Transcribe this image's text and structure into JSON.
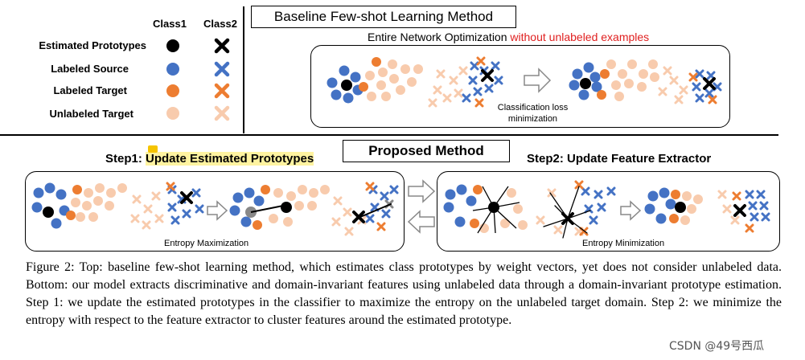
{
  "legend": {
    "col1": "Class1",
    "col2": "Class2",
    "rows": [
      {
        "label": "Estimated Prototypes"
      },
      {
        "label": "Labeled Source"
      },
      {
        "label": "Labeled Target"
      },
      {
        "label": "Unlabeled Target"
      }
    ]
  },
  "colors": {
    "prototype": "#000000",
    "source": "#4472c4",
    "target": "#ed7d31",
    "unlabeled": "#f8cbad"
  },
  "baseline": {
    "title": "Baseline Few-shot Learning Method",
    "subtitle_black": "Entire Network Optimization",
    "subtitle_red": "without unlabeled examples",
    "note": "Classification loss minimization"
  },
  "proposed": {
    "title": "Proposed Method",
    "step1_prefix": "Step1:",
    "step1_highlight": "Update Estimated Prototypes",
    "step2": "Step2: Update Feature Extractor",
    "entropy_max": "Entropy Maximization",
    "entropy_min": "Entropy Minimization"
  },
  "caption": "Figure 2: Top: baseline few-shot learning method, which estimates class prototypes by weight vectors, yet does not consider unlabeled data. Bottom: our model extracts discriminative and domain-invariant features using unlabeled data through a domain-invariant prototype estimation. Step 1: we update the estimated prototypes in the classifier to maximize the entropy on the unlabeled target domain. Step 2: we minimize the entropy with respect to the feature extractor to cluster features around the estimated prototype.",
  "watermark": "CSDN @49号西瓜"
}
